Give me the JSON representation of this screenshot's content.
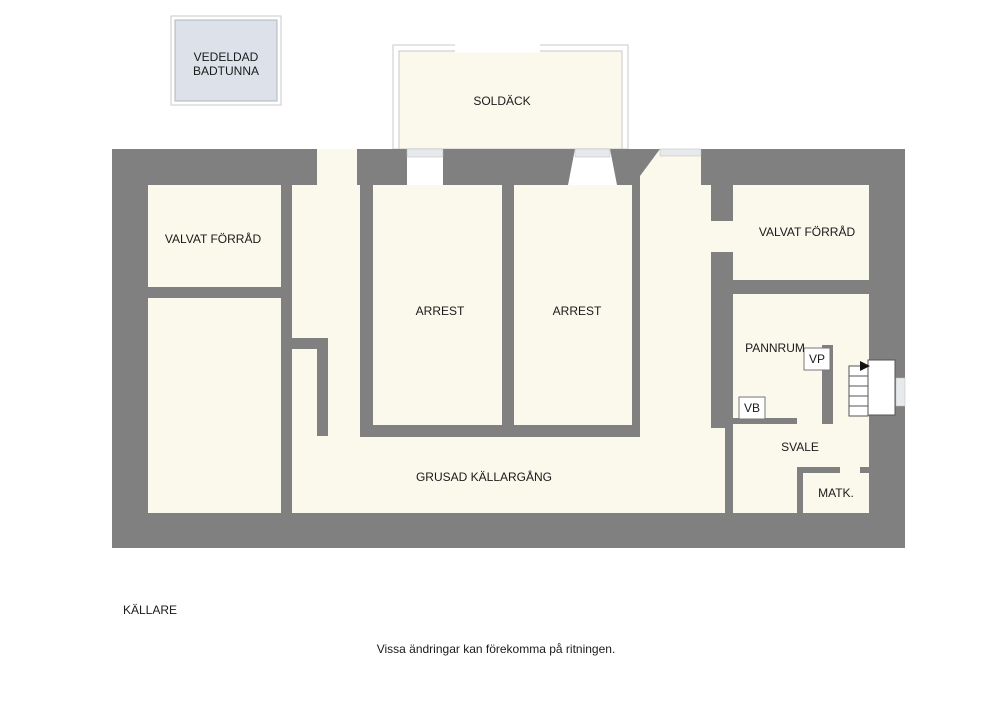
{
  "rooms": {
    "hot_tub": [
      "VEDELDAD",
      "BADTUNNA"
    ],
    "sun_deck": "SOLDÄCK",
    "vaulted_storage_left": "VALVAT FÖRRÅD",
    "vaulted_storage_right": "VALVAT FÖRRÅD",
    "cell_left": "ARREST",
    "cell_right": "ARREST",
    "boiler_room": "PANNRUM",
    "heat_pump": "VP",
    "water_heater": "VB",
    "cool_hall": "SVALE",
    "food_cellar": "MATK.",
    "gravel_corridor": "GRUSAD KÄLLARGÅNG"
  },
  "floor_label": "KÄLLARE",
  "disclaimer": "Vissa ändringar kan förekomma på ritningen.",
  "colors": {
    "wall": "#808080",
    "floor": "#fbf8ec",
    "hot_tub_fill": "#dde1ea",
    "outline": "#c8c8c8",
    "glass": "#e6eaec"
  }
}
